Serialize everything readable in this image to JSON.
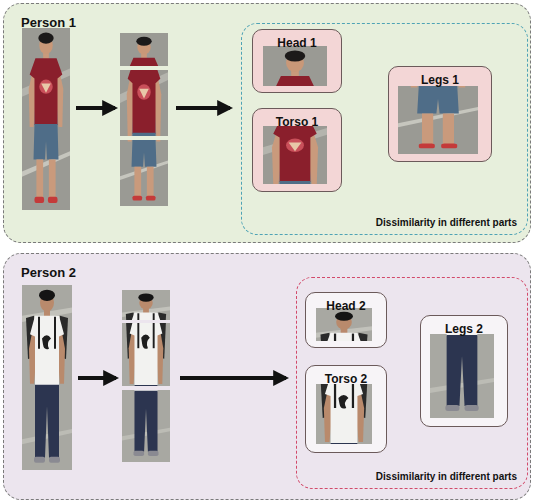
{
  "diagram": {
    "nodes": [
      {
        "text": [
          "Person 1"
        ]
      },
      {
        "text": [
          "Dissimilarity in different parts"
        ],
        "in": 0
      },
      {
        "text": [
          "Head 1"
        ],
        "in": 1
      },
      {
        "text": [
          "Torso 1"
        ],
        "in": 1
      },
      {
        "text": [
          "Legs 1"
        ],
        "in": 1
      },
      {
        "text": [
          "Person 2"
        ]
      },
      {
        "text": [
          "Dissimilarity in different parts"
        ],
        "in": 5
      },
      {
        "text": [
          "Head 2"
        ],
        "in": 6
      },
      {
        "text": [
          "Torso 2"
        ],
        "in": 6
      },
      {
        "text": [
          "Legs 2"
        ],
        "in": 6
      }
    ]
  }
}
